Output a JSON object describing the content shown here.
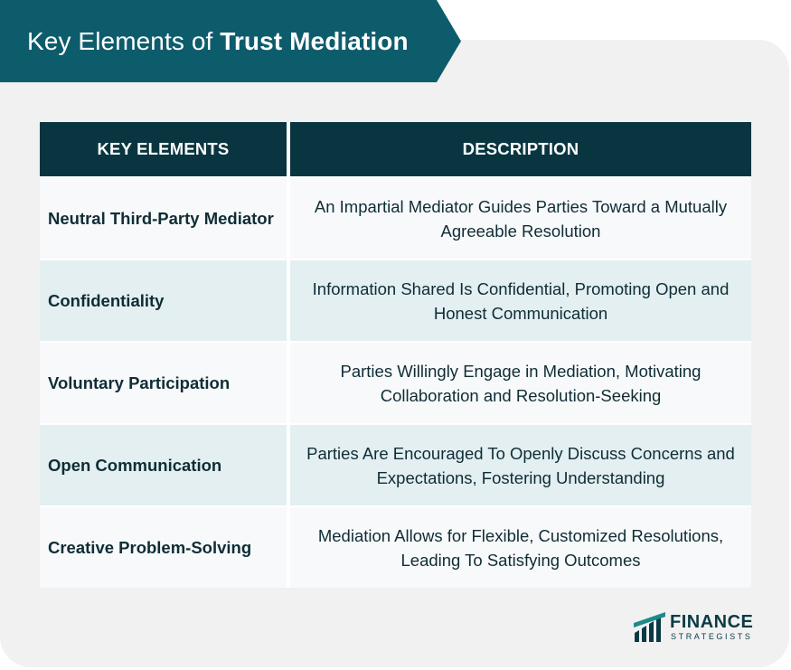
{
  "banner": {
    "title_prefix": "Key Elements of ",
    "title_emphasis": "Trust Mediation"
  },
  "table": {
    "headers": [
      "KEY ELEMENTS",
      "DESCRIPTION"
    ],
    "rows": [
      {
        "element": "Neutral Third-Party Mediator",
        "description": "An Impartial Mediator Guides Parties Toward a Mutually Agreeable Resolution"
      },
      {
        "element": "Confidentiality",
        "description": "Information Shared Is Confidential, Promoting Open and Honest Communication"
      },
      {
        "element": "Voluntary Participation",
        "description": "Parties Willingly Engage in Mediation, Motivating Collaboration and Resolution-Seeking"
      },
      {
        "element": "Open Communication",
        "description": "Parties Are Encouraged To Openly Discuss Concerns and Expectations, Fostering Understanding"
      },
      {
        "element": "Creative Problem-Solving",
        "description": "Mediation Allows for Flexible, Customized Resolutions, Leading To Satisfying Outcomes"
      }
    ]
  },
  "logo": {
    "name": "FINANCE",
    "tagline": "STRATEGISTS",
    "icon": "finance-strategists-logo-icon"
  },
  "colors": {
    "banner": "#0d5c6c",
    "header": "#083540",
    "row_odd": "#f8f9fa",
    "row_even": "#e3eff1",
    "card": "#f1f1f1",
    "text": "#0f2d36"
  }
}
